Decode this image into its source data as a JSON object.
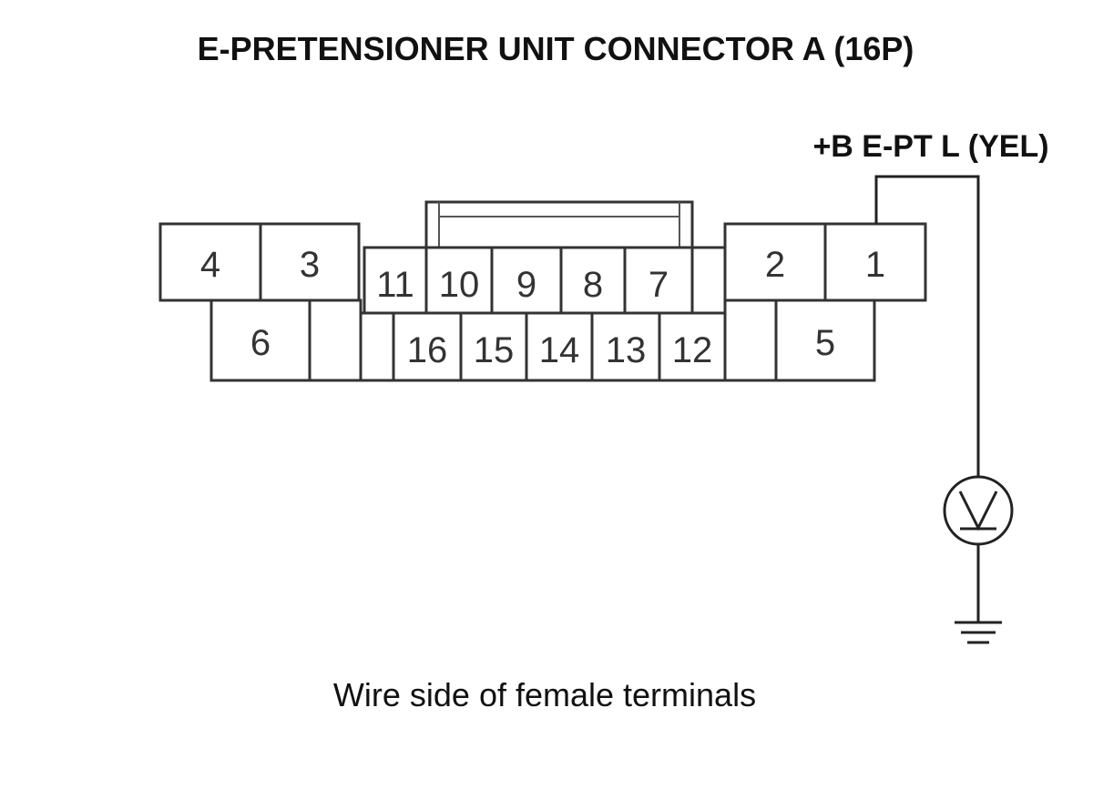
{
  "title": "E-PRETENSIONER UNIT CONNECTOR A (16P)",
  "wire_label": "+B E-PT L (YEL)",
  "caption": "Wire side of female terminals",
  "pins": {
    "p1": "1",
    "p2": "2",
    "p3": "3",
    "p4": "4",
    "p5": "5",
    "p6": "6",
    "p7": "7",
    "p8": "8",
    "p9": "9",
    "p10": "10",
    "p11": "11",
    "p12": "12",
    "p13": "13",
    "p14": "14",
    "p15": "15",
    "p16": "16"
  },
  "icons": {
    "voltmeter": "voltmeter-icon",
    "ground": "ground-icon"
  }
}
